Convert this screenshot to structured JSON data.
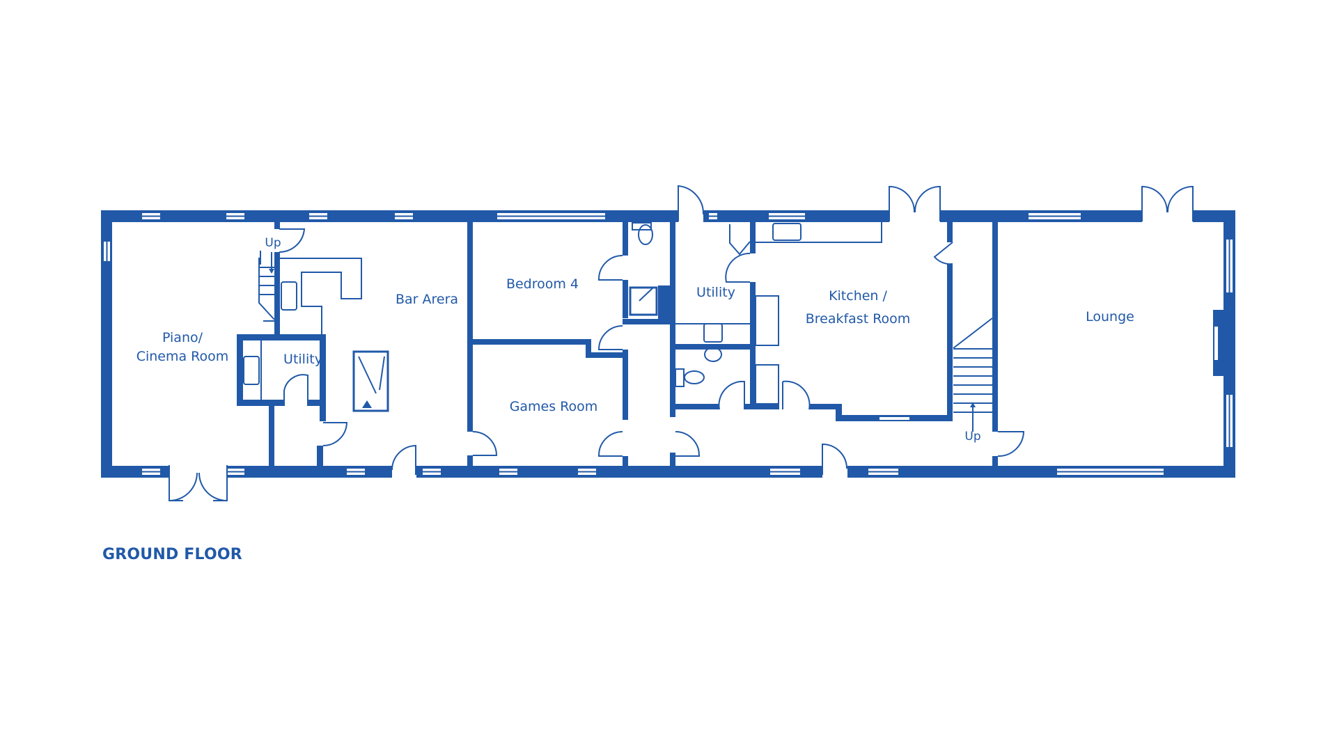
{
  "floor_title": "GROUND FLOOR",
  "colors": {
    "wall": "#2159A8",
    "background": "#FFFFFF"
  },
  "rooms": {
    "piano": {
      "line1": "Piano/",
      "line2": "Cinema Room"
    },
    "utility_left": "Utility",
    "bar": "Bar Arera",
    "bedroom4": "Bedroom 4",
    "games": "Games Room",
    "utility_mid": "Utility",
    "kitchen": {
      "line1": "Kitchen /",
      "line2": "Breakfast Room"
    },
    "lounge": "Lounge"
  },
  "stairs": {
    "left_label": "Up",
    "right_label": "Up"
  }
}
